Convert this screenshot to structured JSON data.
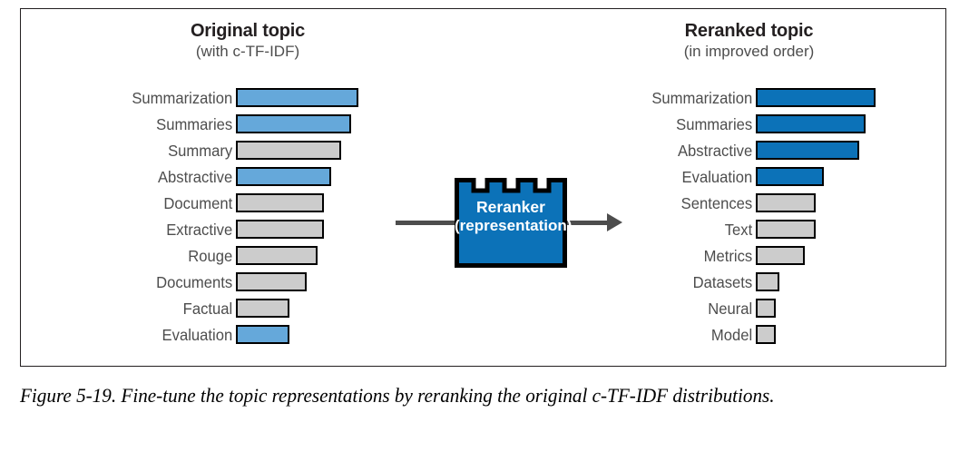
{
  "figure": {
    "caption": "Figure 5-19. Fine-tune the topic representations by reranking the original c-TF-IDF distributions."
  },
  "colors": {
    "light_blue": "#65a8da",
    "dark_blue": "#0c72b8",
    "gray_bar": "#cccccc",
    "outline": "#000000",
    "label_text": "#4d4d4d",
    "arrow": "#4d4d4d",
    "frame": "#231f20"
  },
  "left_panel": {
    "title": "Original topic",
    "subtitle": "(with c-TF-IDF)"
  },
  "right_panel": {
    "title": "Reranked topic",
    "subtitle": "(in improved order)"
  },
  "center": {
    "title": "Reranker",
    "subtitle": "(representation)",
    "arrow_in": "arrow-line",
    "arrow_out": "arrow-head"
  },
  "chart_data": [
    {
      "type": "bar",
      "title": "Original topic",
      "subtitle": "(with c-TF-IDF)",
      "orientation": "horizontal",
      "xlabel": "",
      "ylabel": "",
      "grid": false,
      "legend": "none",
      "xlim": [
        0,
        100
      ],
      "categories": [
        "Summarization",
        "Summaries",
        "Summary",
        "Abstractive",
        "Document",
        "Extractive",
        "Rouge",
        "Documents",
        "Factual",
        "Evaluation"
      ],
      "values": [
        100,
        94,
        86,
        78,
        72,
        72,
        67,
        58,
        44,
        44
      ],
      "bar_colors": [
        "#65a8da",
        "#65a8da",
        "#cccccc",
        "#65a8da",
        "#cccccc",
        "#cccccc",
        "#cccccc",
        "#cccccc",
        "#cccccc",
        "#65a8da"
      ]
    },
    {
      "type": "bar",
      "title": "Reranked topic",
      "subtitle": "(in improved order)",
      "orientation": "horizontal",
      "xlabel": "",
      "ylabel": "",
      "grid": false,
      "legend": "none",
      "xlim": [
        0,
        100
      ],
      "categories": [
        "Summarization",
        "Summaries",
        "Abstractive",
        "Evaluation",
        "Sentences",
        "Text",
        "Metrics",
        "Datasets",
        "Neural",
        "Model"
      ],
      "values": [
        100,
        92,
        86,
        57,
        50,
        50,
        41,
        20,
        17,
        17
      ],
      "bar_colors": [
        "#0c72b8",
        "#0c72b8",
        "#0c72b8",
        "#0c72b8",
        "#cccccc",
        "#cccccc",
        "#cccccc",
        "#cccccc",
        "#cccccc",
        "#cccccc"
      ]
    }
  ]
}
